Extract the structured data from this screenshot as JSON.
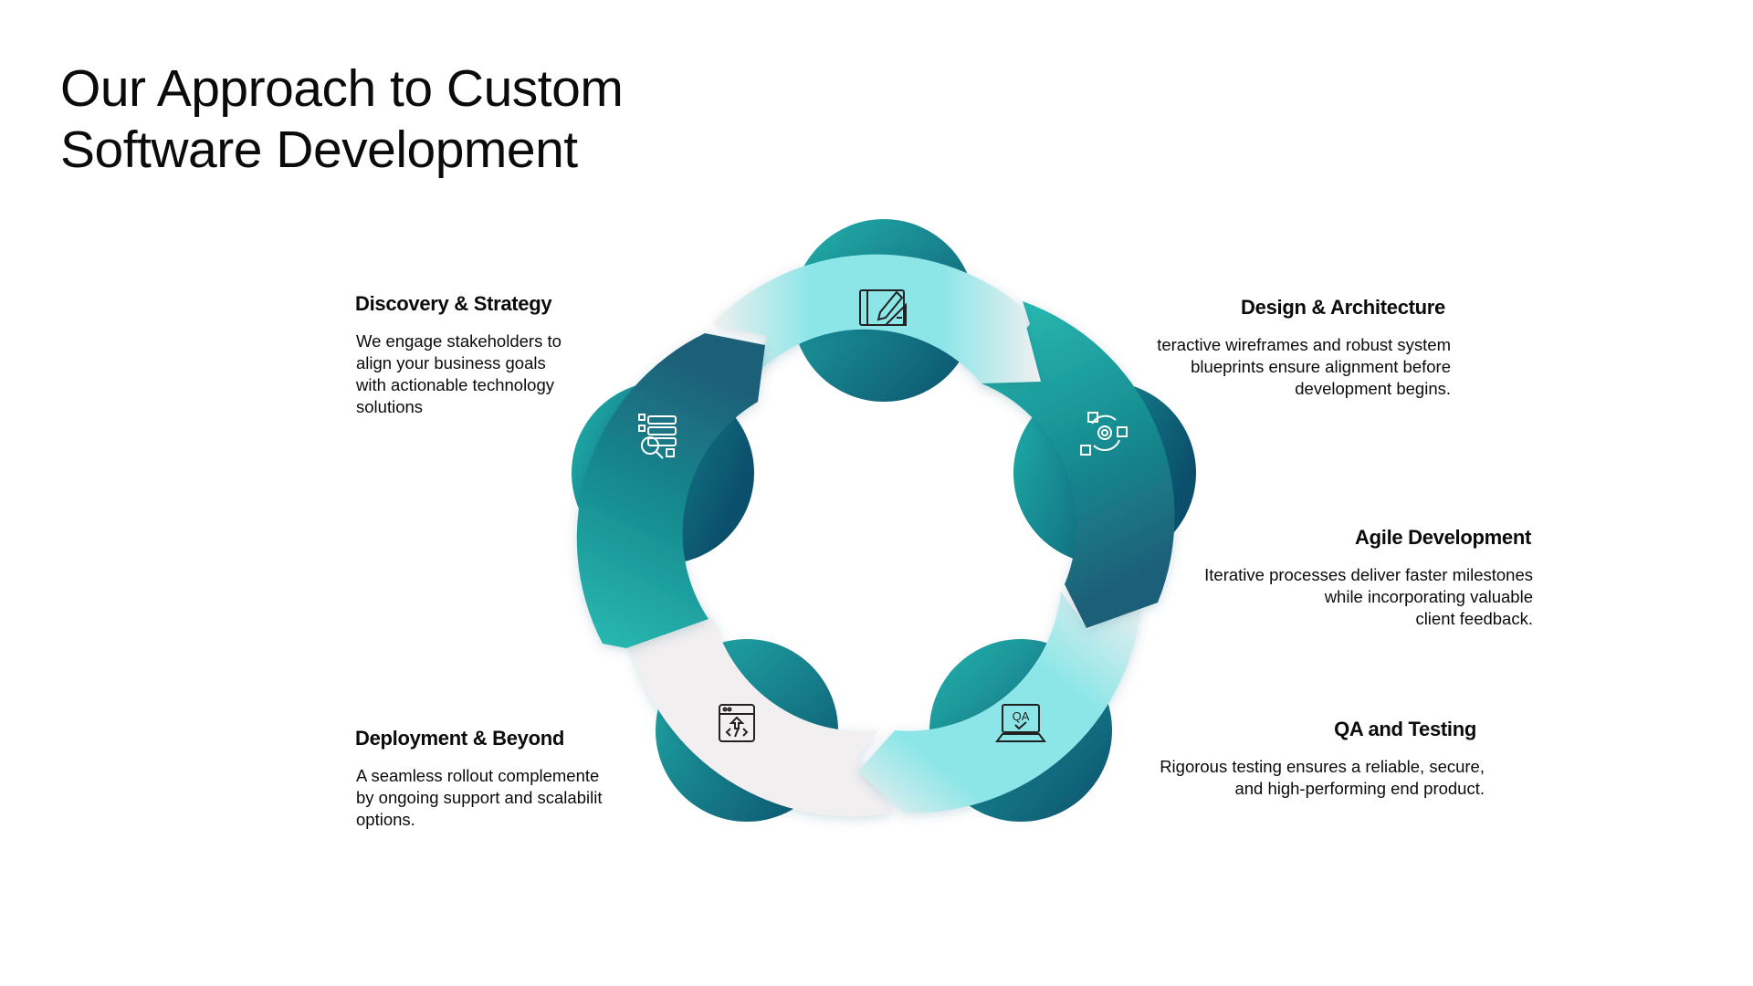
{
  "title": {
    "line1": "Our Approach to Custom",
    "line2": "Software Development"
  },
  "colors": {
    "teal_dark": "#0b4f6c",
    "teal_mid": "#178e92",
    "teal_light": "#23b2ac",
    "cyan_highlight": "#8ce6e8",
    "arrow_light": "#f1eff0",
    "text": "#0b0b0b"
  },
  "steps": [
    {
      "heading": "Discovery & Strategy",
      "lines": [
        "We engage stakeholders to",
        "align your business goals",
        "with actionable technology",
        "solutions"
      ],
      "icon": "data-analysis-icon"
    },
    {
      "heading": "Design & Architecture",
      "lines": [
        "teractive wireframes and robust system",
        "blueprints ensure alignment before",
        "development begins."
      ],
      "icon": "blueprint-icon"
    },
    {
      "heading": "Agile Development",
      "lines": [
        "Iterative processes deliver faster milestones",
        "while incorporating valuable",
        "client feedback."
      ],
      "icon": "agile-cycle-icon"
    },
    {
      "heading": "QA and Testing",
      "lines": [
        "Rigorous testing ensures a reliable, secure,",
        "and high-performing end product."
      ],
      "icon": "qa-laptop-icon"
    },
    {
      "heading": "Deployment & Beyond",
      "lines": [
        "A seamless rollout complemente",
        "by ongoing support and scalabilit",
        "options."
      ],
      "icon": "deployment-code-icon"
    }
  ],
  "diagram_icon_labels": {
    "qa": "QA"
  }
}
